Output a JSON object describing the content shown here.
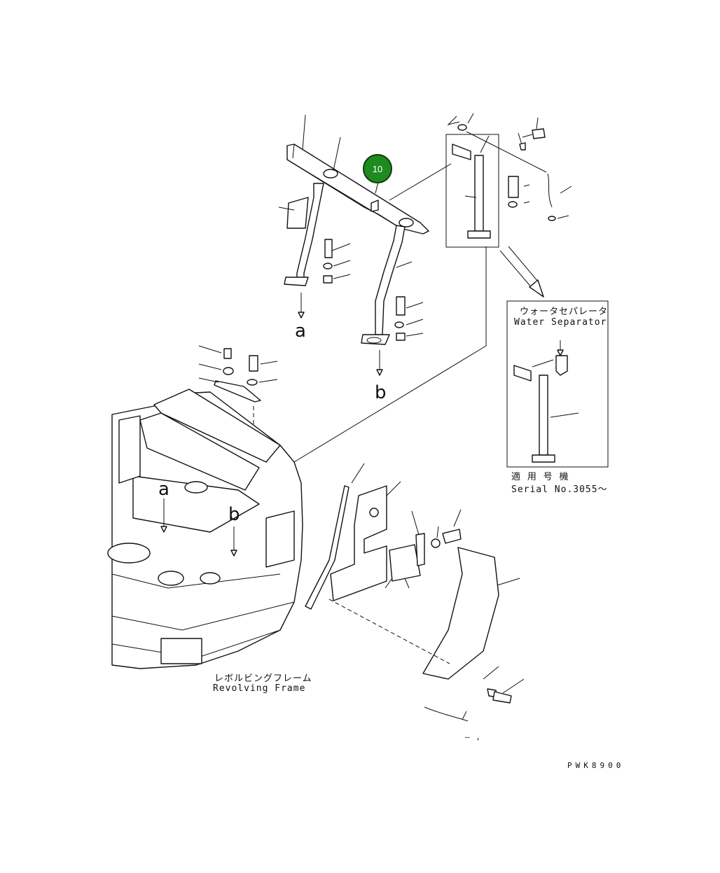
{
  "callout": {
    "number": "10",
    "color": "#1f8a1f"
  },
  "letters": {
    "a_upper": "a",
    "b_upper": "b",
    "a_lower": "a",
    "b_lower": "b"
  },
  "water_separator": {
    "jp": "ウォータセパレータ",
    "en": "Water Separator"
  },
  "serial": {
    "jp": "適 用 号 機",
    "en": "Serial No.3055〜"
  },
  "revolving_frame": {
    "jp": "レボルビングフレーム",
    "en": "Revolving Frame"
  },
  "drawing_code": "PWK8900",
  "part_marker": "– ,"
}
